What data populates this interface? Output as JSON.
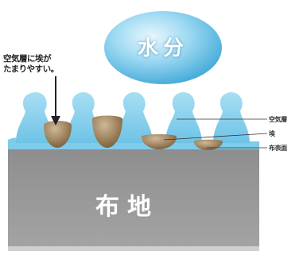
{
  "water": {
    "label": "水分",
    "color": "#6cc3e6"
  },
  "callout": {
    "line1": "空気層に埃が",
    "line2": "たまりやすい。"
  },
  "labels": {
    "air_layer": "空気層",
    "dust": "埃",
    "fabric_surface": "布表面"
  },
  "fabric": {
    "label": "布地",
    "color": "#9c9c9c"
  },
  "colors": {
    "droplet": "#7fcbea",
    "dust": "#a08562",
    "leader": "#333333"
  }
}
